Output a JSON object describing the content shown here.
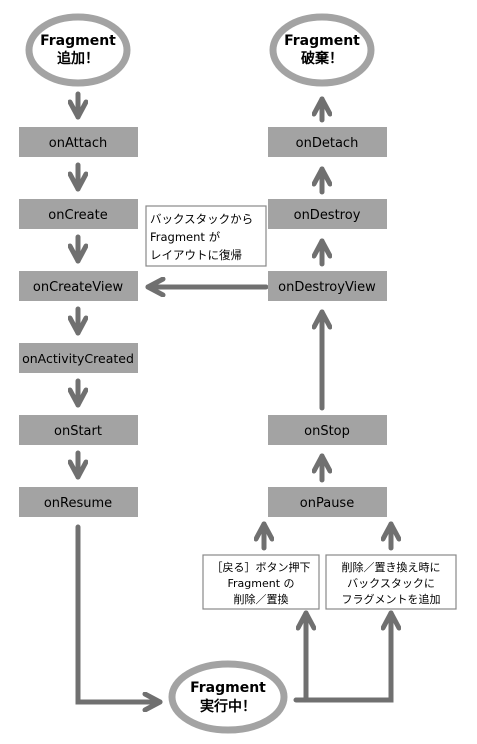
{
  "start_event": {
    "line1": "Fragment",
    "line2": "追加！"
  },
  "destroy_event": {
    "line1": "Fragment",
    "line2": "破棄！"
  },
  "running_event": {
    "line1": "Fragment",
    "line2": "実行中！"
  },
  "left_steps": {
    "on_attach": "onAttach",
    "on_create": "onCreate",
    "on_create_view": "onCreateView",
    "on_activity_created": "onActivityCreated",
    "on_start": "onStart",
    "on_resume": "onResume"
  },
  "right_steps": {
    "on_detach": "onDetach",
    "on_destroy": "onDestroy",
    "on_destroy_view": "onDestroyView",
    "on_stop": "onStop",
    "on_pause": "onPause"
  },
  "notes": {
    "back_stack_return": {
      "line1": "バックスタックから",
      "line2": "Fragment が",
      "line3": "レイアウトに復帰"
    },
    "back_button": {
      "line1": "［戻る］ボタン押下",
      "line2": "Fragment の",
      "line3": "削除／置換"
    },
    "replace_add_stack": {
      "line1": "削除／置き換え時に",
      "line2": "バックスタックに",
      "line3": "フラグメントを追加"
    }
  },
  "colors": {
    "step_fill": "#a3a3a3",
    "arrow": "#707070",
    "event_ring": "#a3a3a3",
    "note_border": "#888888",
    "text": "#000000"
  }
}
